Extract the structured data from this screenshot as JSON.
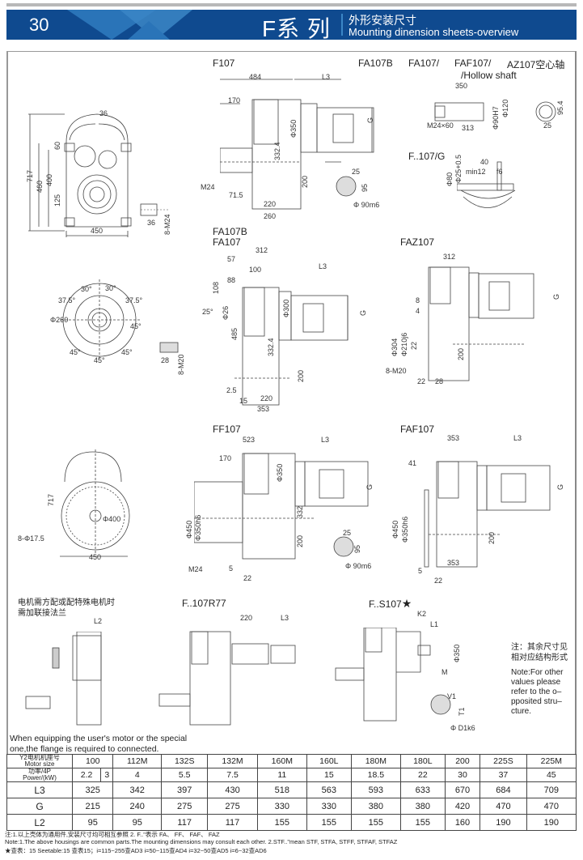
{
  "header": {
    "page_number": "30",
    "series": "F系 列",
    "subtitle_cn": "外形安装尺寸",
    "subtitle_en": "Mounting dinension sheets-overview",
    "brand_color": "#0f4a8f"
  },
  "views": {
    "f107": {
      "title": "F107",
      "dims": {
        "d484": "484",
        "l3": "L3",
        "d170": "170",
        "phi350": "Φ350",
        "d332": "332.4",
        "g": "G",
        "m24": "M24",
        "d200": "200",
        "d715": "71.5",
        "d220": "220",
        "d260": "260",
        "key25": "25",
        "key95": "95",
        "shaft": "Φ 90m6"
      }
    },
    "front": {
      "dims": {
        "d36": "36",
        "d717": "717",
        "d460": "460",
        "d400": "400",
        "d60": "60",
        "d125": "125",
        "d450": "450",
        "d36b": "36",
        "m24": "8-M24"
      }
    },
    "hollow": {
      "title_a": "FA107B",
      "title_b": "FA107/",
      "title_c": "FAF107/",
      "title_d": "AZ107空心轴",
      "title_e": "/Hollow shaft",
      "dims": {
        "d350": "350",
        "d313": "313",
        "m24x60": "M24×60",
        "phi90": "Φ90H7",
        "phi120": "Φ120",
        "d954": "95.4",
        "d25": "25"
      }
    },
    "g107": {
      "title": "F..107/G",
      "dims": {
        "d40": "40",
        "min12": "min12",
        "f6": "f6",
        "phi80": "Φ80",
        "phi25": "Φ25+0.5"
      }
    },
    "flange_bolt": {
      "dims": {
        "a1": "37.5°",
        "a2": "30°",
        "a3": "30°",
        "a4": "37.5°",
        "phi260": "Φ260",
        "a5": "45°",
        "a6": "45°",
        "a7": "45°",
        "a8": "45°",
        "d28": "28",
        "m20": "8-M20"
      }
    },
    "fa107": {
      "title_a": "FA107B",
      "title_b": "FA107",
      "dims": {
        "d312": "312",
        "d57": "57",
        "d100": "100",
        "d88": "88",
        "d108": "108",
        "a25": "25°",
        "phi26": "Φ26",
        "d485": "485",
        "phi300": "Φ300",
        "d332": "332.4",
        "l3": "L3",
        "g": "G",
        "d200": "200",
        "d25": "2.5",
        "d15": "15",
        "d220": "220",
        "d353": "353"
      }
    },
    "faz107": {
      "title": "FAZ107",
      "dims": {
        "d312": "312",
        "d8": "8",
        "d4": "4",
        "phi304": "Φ304",
        "phi210": "Φ210j6",
        "d22a": "22",
        "g": "G",
        "d200": "200",
        "m20": "8-M20",
        "d22": "22",
        "d28": "28"
      }
    },
    "ff_front": {
      "dims": {
        "d717": "717",
        "phi400": "Φ400",
        "holes": "8-Φ17.5",
        "d450": "450"
      }
    },
    "ff107": {
      "title": "FF107",
      "dims": {
        "d523": "523",
        "l3": "L3",
        "d170": "170",
        "phi350": "Φ350",
        "phi450": "Φ450",
        "phi350h6": "Φ350h6",
        "d332": "332",
        "d200": "200",
        "g": "G",
        "m24": "M24",
        "d5": "5",
        "d22": "22",
        "key25": "25",
        "key95": "95",
        "shaft": "Φ 90m6"
      }
    },
    "faf107": {
      "title": "FAF107",
      "dims": {
        "d353": "353",
        "l3": "L3",
        "d41": "41",
        "g": "G",
        "phi450": "Φ450",
        "phi350h6": "Φ350h6",
        "d200": "200",
        "d353b": "353",
        "d5": "5",
        "d22": "22"
      }
    },
    "adapter": {
      "note_cn_1": "电机需方配或配特殊电机时",
      "note_cn_2": "需加联接法兰",
      "dims": {
        "l2": "L2"
      },
      "note_en_1": "When equipping the user's motor or the special",
      "note_en_2": "one,the flange is required to connected."
    },
    "r77": {
      "title": "F..107R77",
      "dims": {
        "d220": "220",
        "l3": "L3"
      }
    },
    "s107": {
      "title": "F..S107",
      "star": "★",
      "dims": {
        "k2": "K2",
        "l1": "L1",
        "phi350": "Φ350",
        "m": "M",
        "v1": "V1",
        "t1": "T1",
        "d1": "Φ D1k6"
      }
    },
    "other_note": {
      "cn_1": "注：其余尺寸见",
      "cn_2": "相对应结构形式",
      "en": "Note:For other values please refer to the o–pposited stru–cture."
    }
  },
  "table": {
    "row_labels": {
      "motor_cn": "Y2电机机座号",
      "motor_en": "Motor size",
      "power_cn": "功率/4P",
      "power_en": "Power/(kW)"
    },
    "motor_sizes": [
      "100",
      "112M",
      "132S",
      "132M",
      "160M",
      "160L",
      "180M",
      "180L",
      "200",
      "225S",
      "225M"
    ],
    "power": [
      "2.2",
      "3",
      "4",
      "5.5",
      "7.5",
      "11",
      "15",
      "18.5",
      "22",
      "30",
      "37",
      "45"
    ],
    "rows": [
      {
        "label": "L3",
        "values": [
          "325",
          "342",
          "397",
          "430",
          "518",
          "563",
          "593",
          "633",
          "670",
          "684",
          "709"
        ]
      },
      {
        "label": "G",
        "values": [
          "215",
          "240",
          "275",
          "275",
          "330",
          "330",
          "380",
          "380",
          "420",
          "470",
          "470"
        ]
      },
      {
        "label": "L2",
        "values": [
          "95",
          "95",
          "117",
          "117",
          "155",
          "155",
          "155",
          "155",
          "160",
          "190",
          "190"
        ]
      }
    ]
  },
  "footnotes": {
    "cn": "注:1.以上壳体为通用件,安装尺寸均可相互参照    2.  F..\"表示  FA、  FF、  FAF、  FAZ",
    "en": "Note:1.The above housings are common parts.The mounting dimensions may consult each other.   2.STF..\"mean STF, STFA, STFF, STFAF, STFAZ",
    "star": "★查表：15  Seetable:15 查表15；i=115~255查AD3  i=50~115查AD4  i=32~50查AD5  i=6~32查AD6"
  }
}
